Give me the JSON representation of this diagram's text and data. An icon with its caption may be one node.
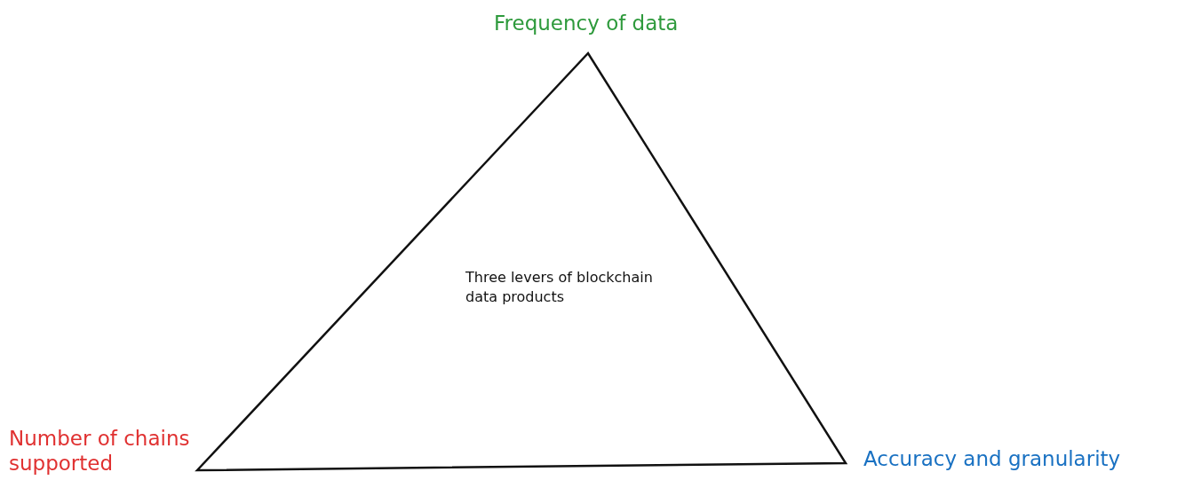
{
  "diagram": {
    "nodes": [
      {
        "text": [
          "Three levers of blockchain data products"
        ]
      }
    ],
    "edges": [],
    "labels": [
      "Frequency of data",
      "Number of chains supported",
      "Accuracy and granularity"
    ]
  }
}
